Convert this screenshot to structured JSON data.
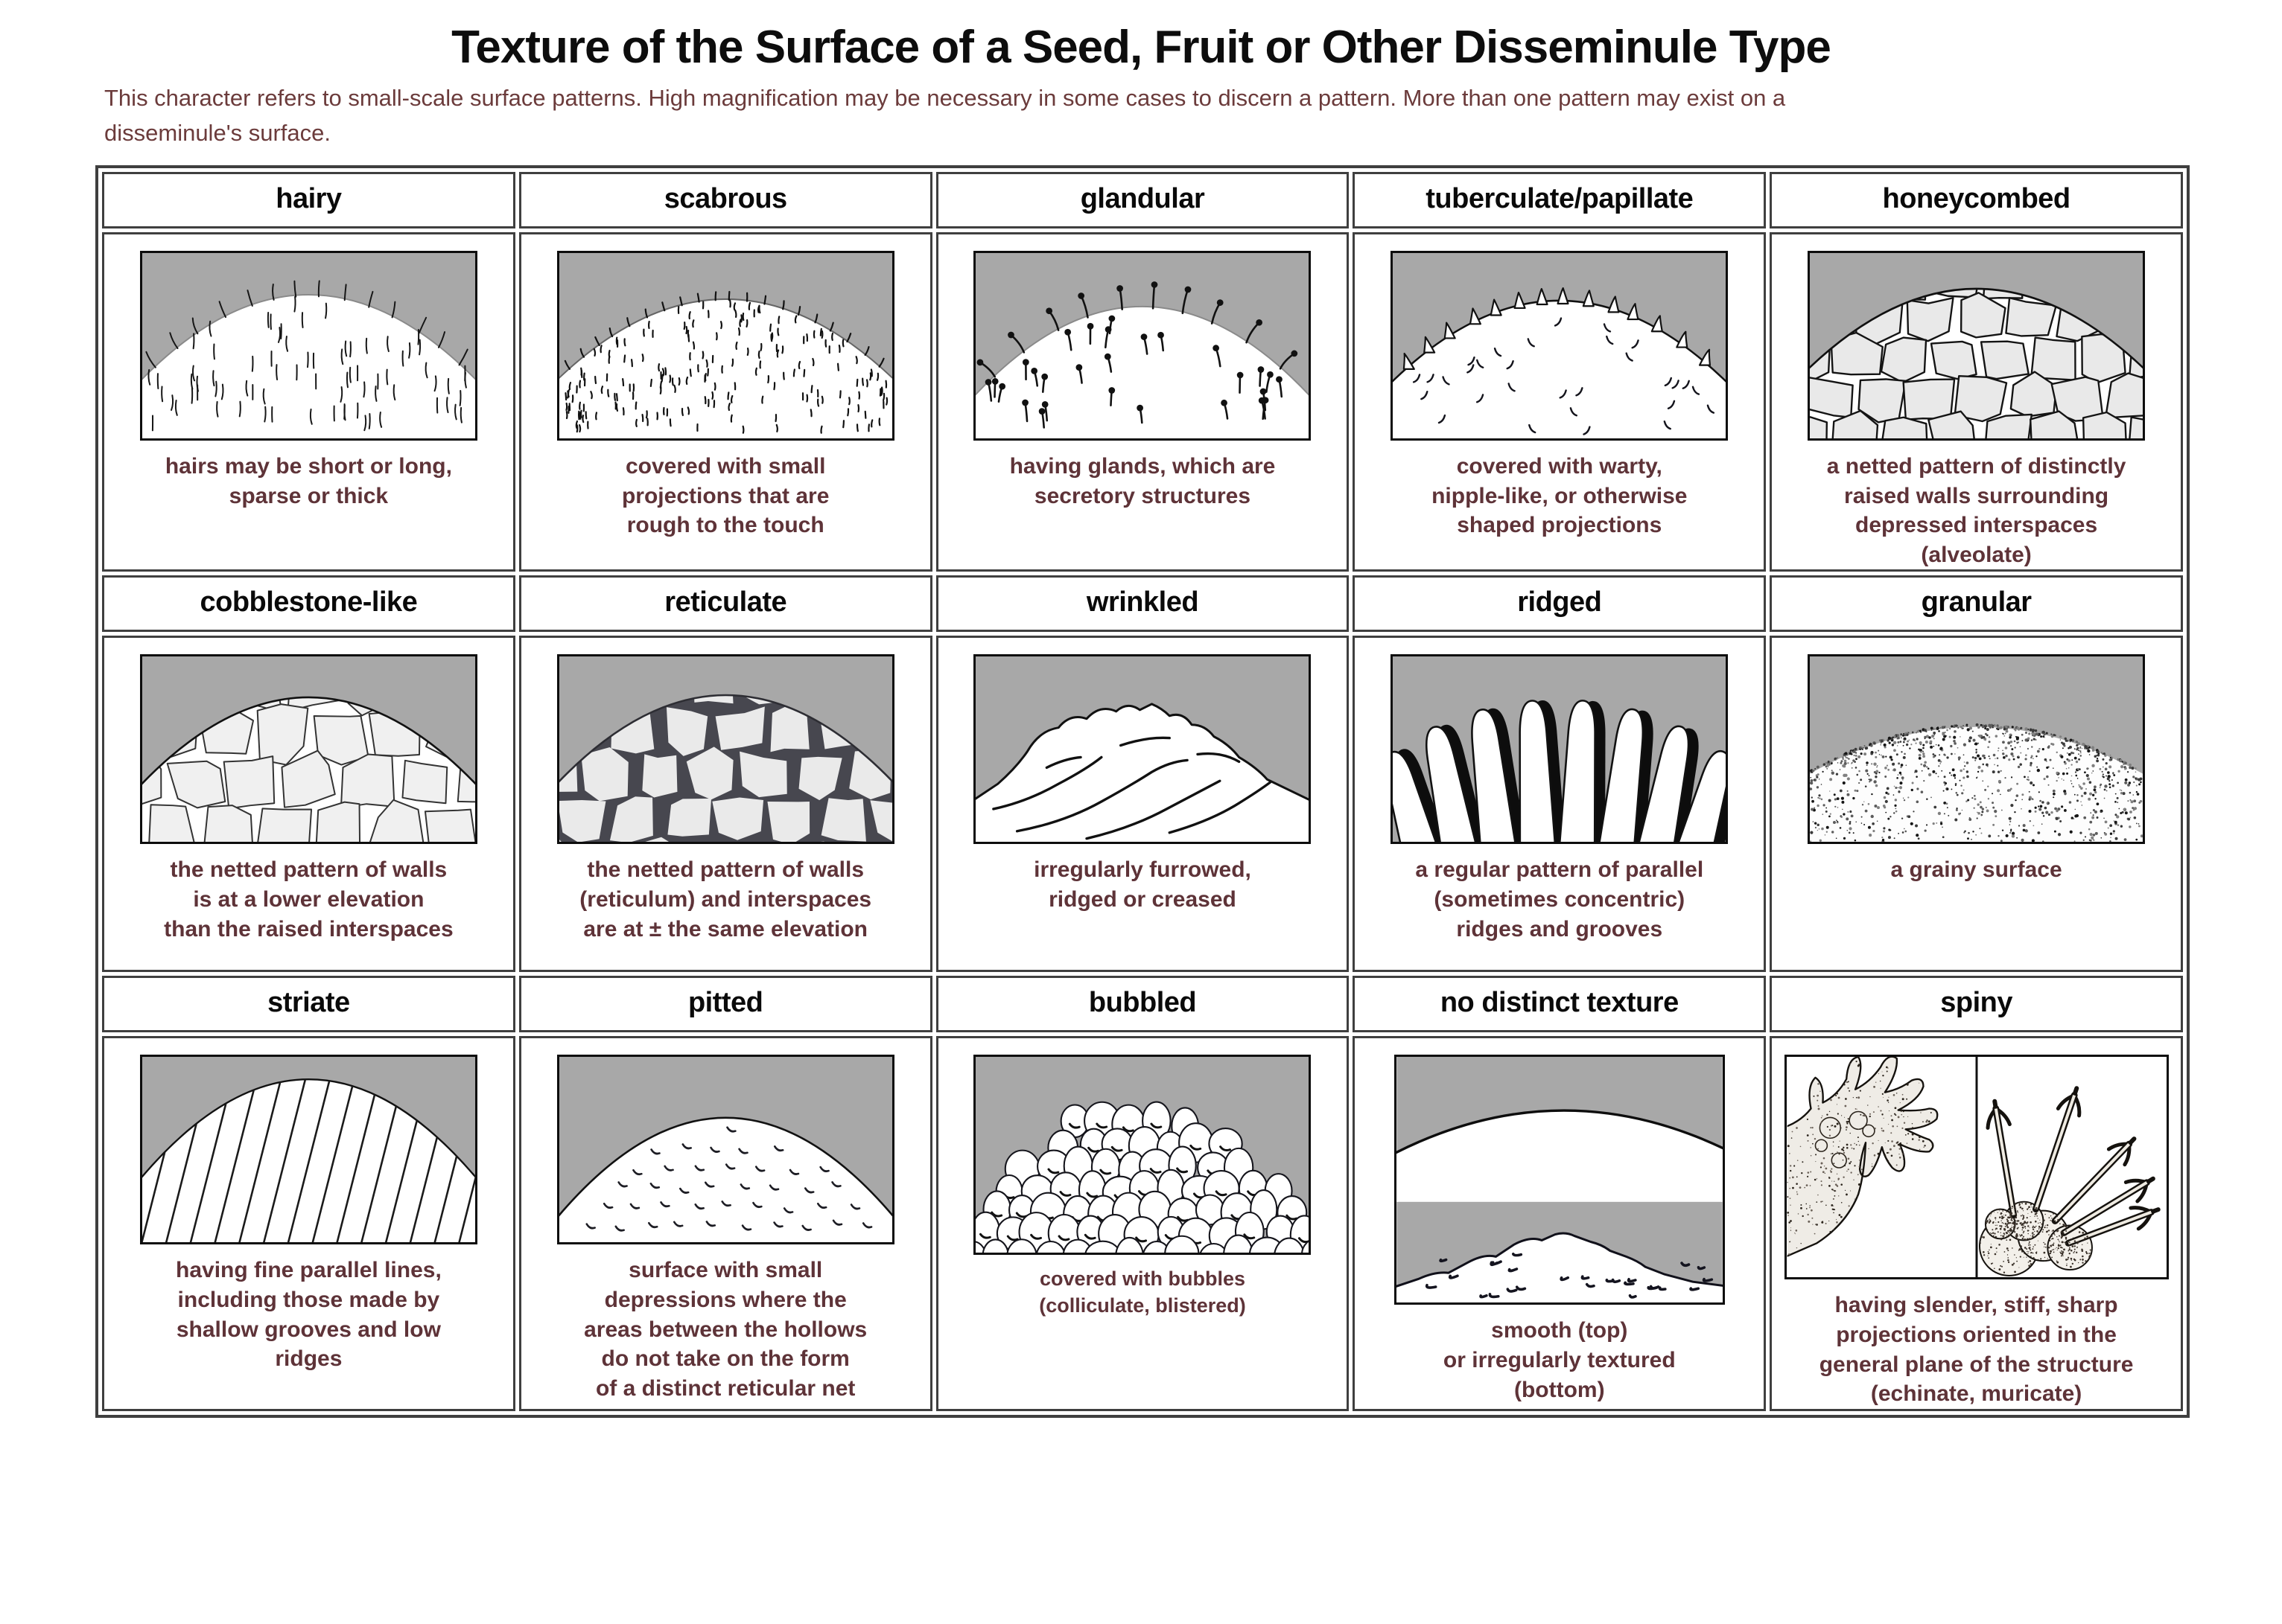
{
  "header": {
    "title": "Texture of the Surface of a Seed, Fruit or Other Disseminule Type",
    "subtitle": "This character refers to small-scale surface patterns. High magnification may be necessary in some cases to discern a pattern. More than one pattern may exist on a\ndisseminule's surface."
  },
  "colors": {
    "caption_text": "#5e3338",
    "subtitle_text": "#6b3b3b",
    "table_border": "#3f3f3f",
    "art_background": "#a8a8a8",
    "art_border": "#0d0d0d"
  },
  "rows": [
    {
      "cells": [
        {
          "label": "hairy",
          "art": "hairy-illustration",
          "caption": "hairs may be short or long,\nsparse or thick"
        },
        {
          "label": "scabrous",
          "art": "scabrous-illustration",
          "caption": "covered with small\nprojections that are\nrough to the touch"
        },
        {
          "label": "glandular",
          "art": "glandular-illustration",
          "caption": "having glands, which are\nsecretory structures"
        },
        {
          "label": "tuberculate/papillate",
          "art": "tuberculate-illustration",
          "caption": "covered with warty,\nnipple-like, or otherwise\nshaped projections"
        },
        {
          "label": "honeycombed",
          "art": "honeycombed-illustration",
          "caption": "a netted pattern of distinctly\nraised walls surrounding\ndepressed interspaces\n(alveolate)"
        }
      ]
    },
    {
      "cells": [
        {
          "label": "cobblestone-like",
          "art": "cobblestone-illustration",
          "caption": "the netted pattern of walls\nis at a lower elevation\nthan the raised interspaces"
        },
        {
          "label": "reticulate",
          "art": "reticulate-illustration",
          "caption": "the netted pattern of walls\n(reticulum) and interspaces\nare at ± the same elevation"
        },
        {
          "label": "wrinkled",
          "art": "wrinkled-illustration",
          "caption": "irregularly furrowed,\nridged or creased"
        },
        {
          "label": "ridged",
          "art": "ridged-illustration",
          "caption": "a regular pattern of parallel\n(sometimes concentric)\nridges and grooves"
        },
        {
          "label": "granular",
          "art": "granular-illustration",
          "caption": "a grainy surface"
        }
      ]
    },
    {
      "cells": [
        {
          "label": "striate",
          "art": "striate-illustration",
          "caption": "having fine parallel lines,\nincluding those made by\nshallow grooves and low\nridges"
        },
        {
          "label": "pitted",
          "art": "pitted-illustration",
          "caption": "surface with small\ndepressions where the\nareas between the hollows\ndo not take on the form\nof a distinct reticular net"
        },
        {
          "label": "bubbled",
          "art": "bubbled-illustration",
          "caption": "covered with bubbles\n(colliculate, blistered)"
        },
        {
          "label": "no distinct texture",
          "art": "no-distinct-texture-illustration",
          "caption": "smooth (top)\nor irregularly textured\n(bottom)"
        },
        {
          "label": "spiny",
          "art": "spiny-illustration",
          "caption": "having slender, stiff, sharp\nprojections oriented in the\ngeneral plane of the structure\n(echinate, muricate)"
        }
      ]
    }
  ]
}
